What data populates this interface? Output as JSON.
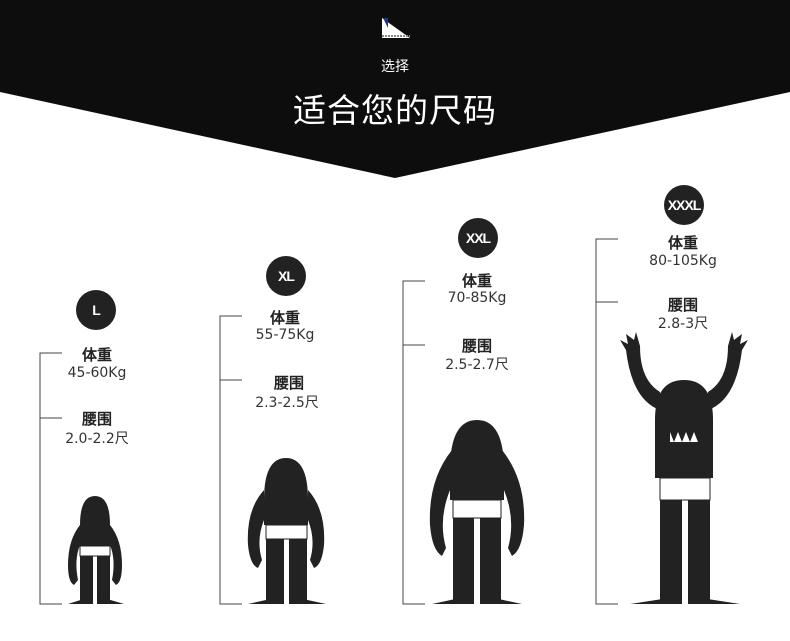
{
  "header": {
    "subtitle": "选择",
    "title": "适合您的尺码",
    "icon": "hanger-icon"
  },
  "sizes": [
    {
      "size": "L",
      "weight_label": "体重",
      "weight": "45-60Kg",
      "waist_label": "腰围",
      "waist": "2.0-2.2尺"
    },
    {
      "size": "XL",
      "weight_label": "体重",
      "weight": "55-75Kg",
      "waist_label": "腰围",
      "waist": "2.3-2.5尺"
    },
    {
      "size": "XXL",
      "weight_label": "体重",
      "weight": "70-85Kg",
      "waist_label": "腰围",
      "waist": "2.5-2.7尺"
    },
    {
      "size": "XXXL",
      "weight_label": "体重",
      "weight": "80-105Kg",
      "waist_label": "腰围",
      "waist": "2.8-3尺"
    }
  ],
  "colors": {
    "banner": "#0d0d0d",
    "figure": "#222222",
    "accent": "#1f3a7a"
  }
}
